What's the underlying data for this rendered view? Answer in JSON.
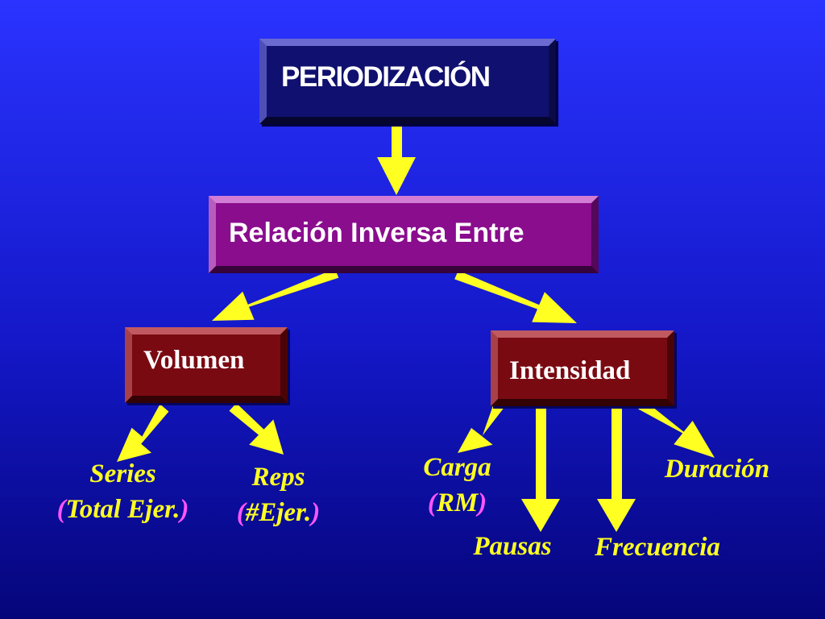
{
  "diagram": {
    "title": "PERIODIZACIÓN",
    "relation": "Relación Inversa Entre",
    "volume": {
      "label": "Volumen",
      "children": {
        "series": {
          "line1": "Series",
          "open": "(",
          "line2": "Total Ejer.",
          "close": ")"
        },
        "reps": {
          "line1": "Reps",
          "open": "(",
          "line2": "#Ejer.",
          "close": ")"
        }
      }
    },
    "intensity": {
      "label": "Intensidad",
      "children": {
        "carga": {
          "line1": "Carga",
          "open": "(",
          "line2": "RM",
          "close": ")"
        },
        "pausas": "Pausas",
        "frecuencia": "Frecuencia",
        "duracion": "Duración"
      }
    }
  },
  "colors": {
    "background_top": "#2a33ff",
    "background_bottom": "#05057a",
    "title_box": "#101070",
    "relation_box": "#8a0d8e",
    "category_box": "#7a0a12",
    "arrow": "#ffff22",
    "node_text": "#ffff22",
    "parenthesis": "#ff55ff"
  }
}
